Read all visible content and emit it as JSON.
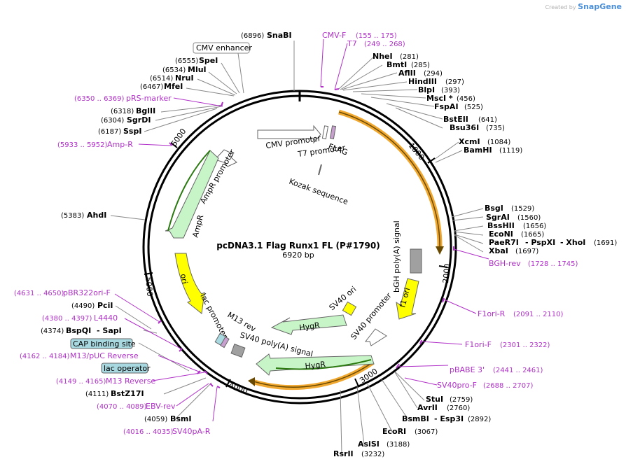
{
  "credit": {
    "created_by": "Created by",
    "brand": "SnapGene"
  },
  "plasmid": {
    "name": "pcDNA3.1 Flag Runx1 FL (P#1790)",
    "size": "6920 bp"
  },
  "ticks": [
    "1000",
    "2000",
    "3000",
    "4000",
    "5000",
    "6000"
  ],
  "features": {
    "cmv_promoter": "CMV promoter",
    "flag": "FLAG",
    "t7_promoter": "T7 promoter",
    "kozak": "Kozak sequence",
    "ampr_promoter": "AmpR promoter",
    "ampr": "AmpR",
    "ori": "ori",
    "lac_promoter": "lac promoter",
    "m13_rev": "M13 rev",
    "sv40_polya": "SV40 poly(A) signal",
    "hygr1": "HygR",
    "hygr2": "HygR",
    "sv40_ori": "SV40 ori",
    "sv40_promoter": "SV40 promoter",
    "f1_ori": "f1 ori",
    "bgh_polya": "bGH poly(A) signal"
  },
  "boxed": {
    "cmv_enhancer": "CMV enhancer",
    "cap": "CAP binding site",
    "lac_operator": "lac operator"
  },
  "enzymes": {
    "snabi": {
      "name": "SnaBI",
      "pos": "(6896)"
    },
    "spei": {
      "name": "SpeI",
      "pos": "(6555)"
    },
    "mlui": {
      "name": "MluI",
      "pos": "(6534)"
    },
    "nrui": {
      "name": "NruI",
      "pos": "(6514)"
    },
    "mfei": {
      "name": "MfeI",
      "pos": "(6467)"
    },
    "bglii": {
      "name": "BglII",
      "pos": "(6318)"
    },
    "sgrdi": {
      "name": "SgrDI",
      "pos": "(6304)"
    },
    "sspi": {
      "name": "SspI",
      "pos": "(6187)"
    },
    "ahdi": {
      "name": "AhdI",
      "pos": "(5383)"
    },
    "pcii": {
      "name": "PciI",
      "pos": "(4490)"
    },
    "bspqi": {
      "name": "BspQI",
      "sep": "- SapI",
      "pos": "(4374)"
    },
    "bstz17i": {
      "name": "BstZ17I",
      "pos": "(4111)"
    },
    "bsmi": {
      "name": "BsmI",
      "pos": "(4059)"
    },
    "nhei": {
      "name": "NheI",
      "pos": "(281)"
    },
    "bmti": {
      "name": "BmtI",
      "pos": "(285)"
    },
    "aflii": {
      "name": "AflII",
      "pos": "(294)"
    },
    "hindiii": {
      "name": "HindIII",
      "pos": "(297)"
    },
    "blpi": {
      "name": "BlpI",
      "pos": "(393)"
    },
    "msci": {
      "name": "MscI *",
      "pos": "(456)"
    },
    "fspai": {
      "name": "FspAI",
      "pos": "(525)"
    },
    "bsteii": {
      "name": "BstEII",
      "pos": "(641)"
    },
    "bsu36i": {
      "name": "Bsu36I",
      "pos": "(735)"
    },
    "xcmi": {
      "name": "XcmI",
      "pos": "(1084)"
    },
    "bamhi": {
      "name": "BamHI",
      "pos": "(1119)"
    },
    "bsgi": {
      "name": "BsgI",
      "pos": "(1529)"
    },
    "sgrai": {
      "name": "SgrAI",
      "pos": "(1560)"
    },
    "bsshii": {
      "name": "BssHII",
      "pos": "(1656)"
    },
    "econi": {
      "name": "EcoNI",
      "pos": "(1665)"
    },
    "paer7i": {
      "name": "PaeR7I",
      "mid": "- PspXI",
      "last": "- XhoI",
      "pos": "(1691)"
    },
    "xbai": {
      "name": "XbaI",
      "pos": "(1697)"
    },
    "stui": {
      "name": "StuI",
      "pos": "(2759)"
    },
    "avrii": {
      "name": "AvrII",
      "pos": "(2760)"
    },
    "bsmbi": {
      "name": "BsmBI",
      "sep": "- Esp3I",
      "pos": "(2892)"
    },
    "ecori": {
      "name": "EcoRI",
      "pos": "(3067)"
    },
    "asisi": {
      "name": "AsiSI",
      "pos": "(3188)"
    },
    "rsrii": {
      "name": "RsrII",
      "pos": "(3232)"
    }
  },
  "primers": {
    "cmvf": {
      "name": "CMV-F",
      "range": "(155 .. 175)"
    },
    "t7": {
      "name": "T7",
      "range": "(249 .. 268)"
    },
    "prs": {
      "name": "pRS-marker",
      "range": "(6350 .. 6369)"
    },
    "ampr": {
      "name": "Amp-R",
      "range": "(5933 .. 5952)"
    },
    "pbr": {
      "name": "pBR322ori-F",
      "range": "(4631 .. 4650)"
    },
    "l4440": {
      "name": "L4440",
      "range": "(4380 .. 4397)"
    },
    "m13puc": {
      "name": "M13/pUC Reverse",
      "range": "(4162 .. 4184)"
    },
    "m13rev": {
      "name": "M13 Reverse",
      "range": "(4149 .. 4165)"
    },
    "ebv": {
      "name": "EBV-rev",
      "range": "(4070 .. 4089)"
    },
    "sv40pa": {
      "name": "SV40pA-R",
      "range": "(4016 .. 4035)"
    },
    "bgh": {
      "name": "BGH-rev",
      "range": "(1728 .. 1745)"
    },
    "f1r": {
      "name": "F1ori-R",
      "range": "(2091 .. 2110)"
    },
    "f1f": {
      "name": "F1ori-F",
      "range": "(2301 .. 2322)"
    },
    "pbabe": {
      "name": "pBABE 3'",
      "range": "(2441 .. 2461)"
    },
    "sv40pro": {
      "name": "SV40pro-F",
      "range": "(2688 .. 2707)"
    }
  },
  "colors": {
    "insert": "#f0a830",
    "green_feature": "#c8f5c8",
    "yellow_feature": "#ffff00",
    "primer": "#b030c8",
    "ring": "#000000",
    "boxed": "#a8d8e0"
  }
}
